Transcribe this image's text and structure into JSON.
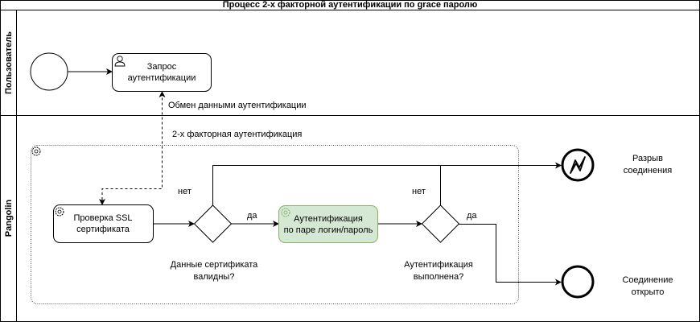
{
  "title": "Процесс 2-х факторной аутентификации по grace паролю",
  "lanes": [
    "Пользователь",
    "Pangolin"
  ],
  "tasks": {
    "request": [
      "Запрос",
      "аутентификации"
    ],
    "ssl": [
      "Проверка SSL",
      "сертификата"
    ],
    "auth": [
      "Аутентификация",
      "по паре логин/пароль"
    ]
  },
  "messages": {
    "exchange": "Обмен данными аутентификации",
    "twofactor": "2-х факторная аутентификация"
  },
  "gateways": {
    "cert": [
      "Данные сертификата",
      "валидны?"
    ],
    "auth": [
      "Аутентификация",
      "выполнена?"
    ]
  },
  "flow_labels": {
    "no1": "нет",
    "yes1": "да",
    "no2": "нет",
    "yes2": "да"
  },
  "end_events": {
    "error": [
      "Разрыв",
      "соединения"
    ],
    "ok": [
      "Соединение",
      "открыто"
    ]
  },
  "colors": {
    "green_fill": "#d5e8d4",
    "green_stroke": "#82b366"
  }
}
